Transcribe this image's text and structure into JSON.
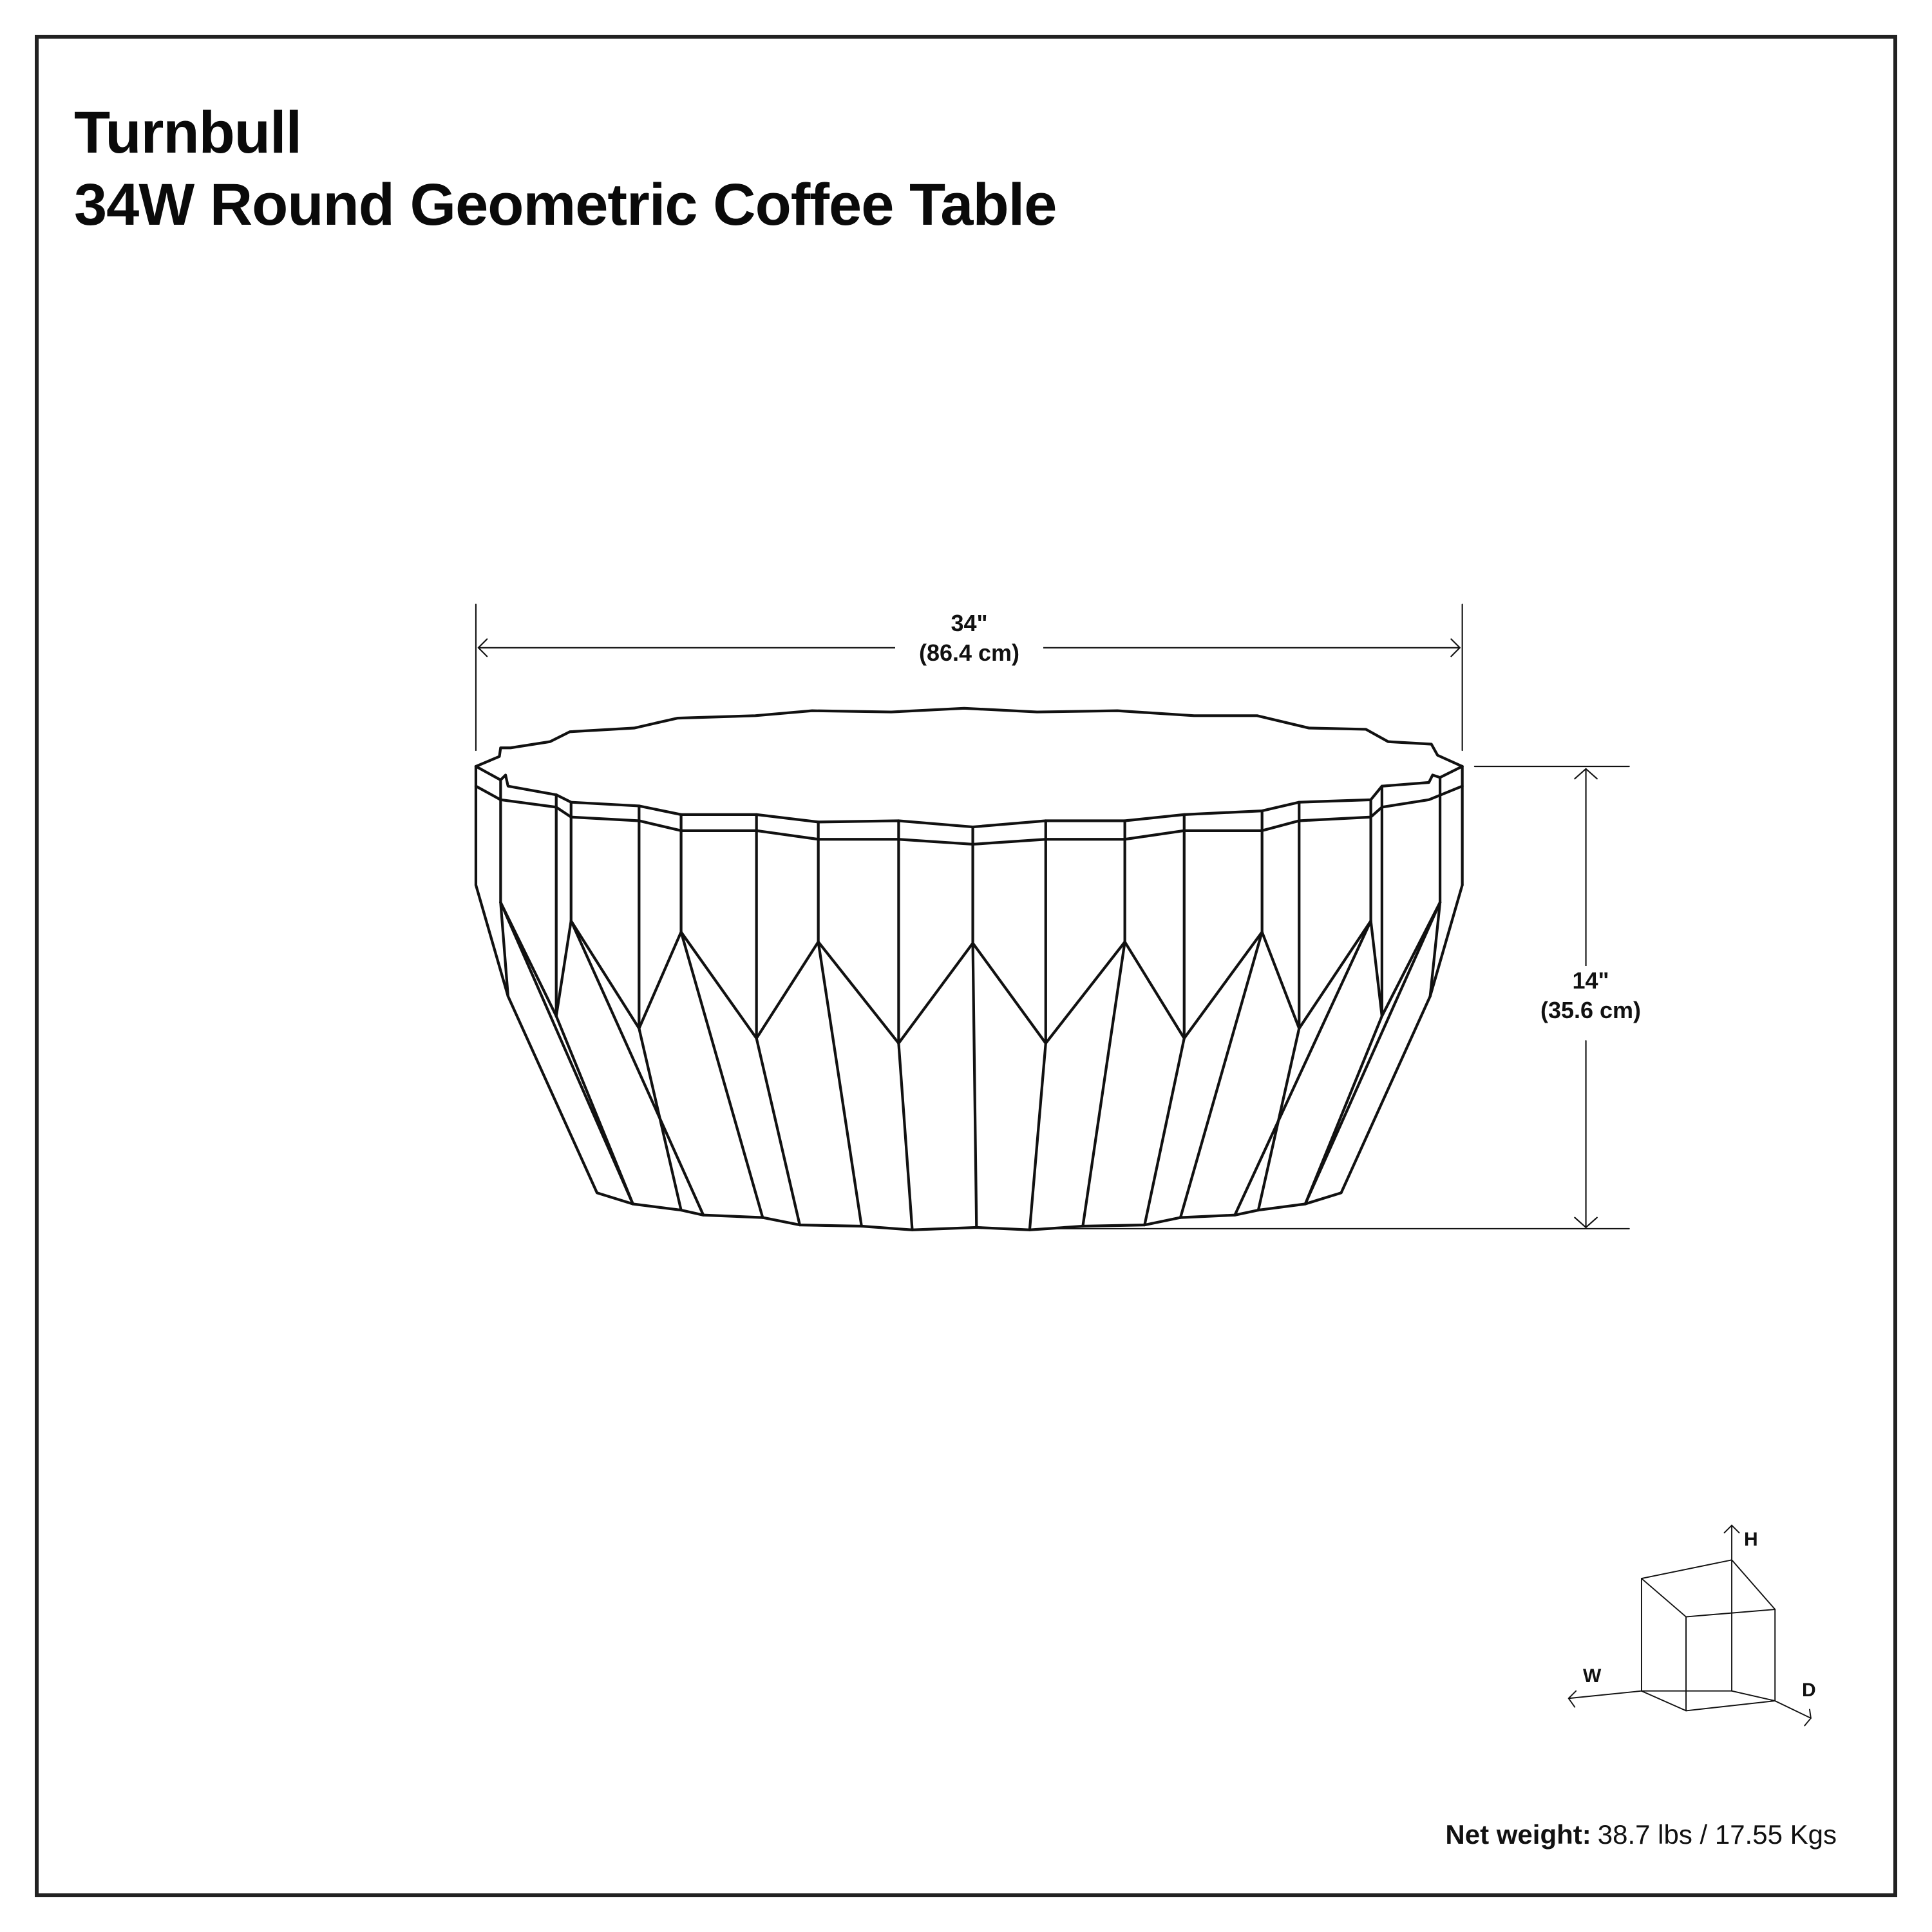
{
  "header": {
    "brand": "Turnbull",
    "product_name": "34W Round Geometric Coffee Table"
  },
  "dimensions": {
    "width": {
      "imperial": "34\"",
      "metric": "(86.4 cm)"
    },
    "height": {
      "imperial": "14\"",
      "metric": "(35.6 cm)"
    }
  },
  "axis_legend": {
    "height_label": "H",
    "width_label": "W",
    "depth_label": "D"
  },
  "footer": {
    "net_weight_label": "Net weight:",
    "net_weight_value": "38.7 lbs / 17.55 Kgs"
  },
  "colors": {
    "line": "#111111",
    "frame": "#222222",
    "background": "#ffffff"
  }
}
